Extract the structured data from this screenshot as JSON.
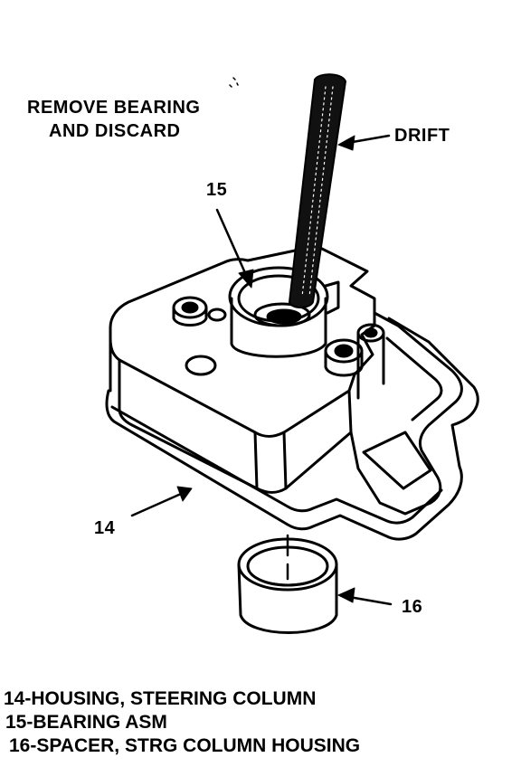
{
  "callouts": {
    "instruction_line1": "REMOVE BEARING",
    "instruction_line2": "AND DISCARD",
    "drift": "DRIFT",
    "num_15": "15",
    "num_14": "14",
    "num_16": "16"
  },
  "legend": [
    "14-HOUSING, STEERING COLUMN",
    "15-BEARING ASM",
    "16-SPACER, STRG COLUMN HOUSING"
  ],
  "colors": {
    "ink": "#000000",
    "paper": "#ffffff"
  }
}
